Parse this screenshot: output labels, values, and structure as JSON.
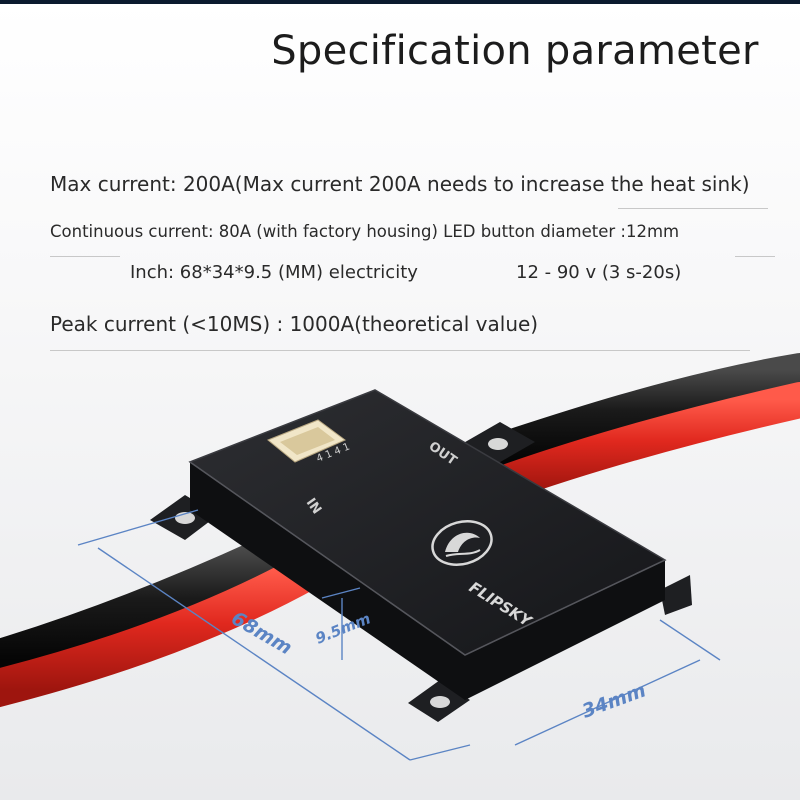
{
  "page": {
    "title": "Specification parameter"
  },
  "specs": {
    "max_current": "Max current: 200A(Max current 200A needs to increase the heat sink)",
    "continuous_current": "Continuous current: 80A (with factory housing) LED button diameter :12mm",
    "size": "Inch: 68*34*9.5 (MM) electricity",
    "voltage": "12 - 90 v (3 s-20s)",
    "peak_current": "Peak current (<10MS) : 1000A(theoretical value)"
  },
  "device": {
    "brand": "FLIPSKY",
    "label_out": "OUT",
    "label_in": "IN",
    "connector_label": "4 1 4 1",
    "body_color": "#1e1f22",
    "cable_red": "#e0281e",
    "cable_black": "#1a1a1a",
    "icon": "dolphin-logo-icon"
  },
  "dimensions": {
    "length": "68mm",
    "width": "34mm",
    "height": "9.5mm",
    "line_color": "#5b84c4"
  }
}
